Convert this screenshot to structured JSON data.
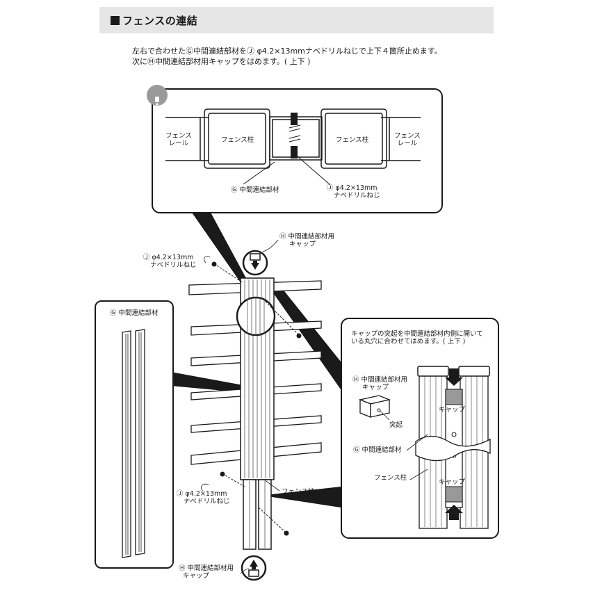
{
  "header": {
    "title": "フェンスの連結"
  },
  "instructions": {
    "line1": "左右で合わせたⒼ中間連結部材をⒿ φ4.2×13mmナベドリルねじで上下４箇所止めます。",
    "line2": "次にⒽ中間連結部材用キャップをはめます。( 上下 )"
  },
  "point_box": {
    "badge": "Point",
    "rail_left": [
      "フェンス",
      "レール"
    ],
    "post_left": "フェンス柱",
    "post_right": "フェンス柱",
    "rail_right": [
      "フェンス",
      "レール"
    ],
    "g_label": "Ⓖ 中間連結部材",
    "j_label": [
      "Ⓙ φ4.2×13mm",
      "ナベドリルねじ"
    ]
  },
  "main_labels": {
    "h_top": [
      "Ⓗ 中間連結部材用",
      "キャップ"
    ],
    "j_top": [
      "Ⓙ φ4.2×13mm",
      "ナベドリルねじ"
    ],
    "j_bottom": [
      "Ⓙ φ4.2×13mm",
      "ナベドリルねじ"
    ],
    "fence_post": "フェンス柱",
    "h_bottom": [
      "Ⓗ 中間連結部材用",
      "キャップ"
    ]
  },
  "g_box": {
    "label": "Ⓖ 中間連結部材"
  },
  "detail_box": {
    "desc": [
      "キャップの突起を中間連結部材内側に開いて",
      "いる丸穴に合わせてはめます。( 上下 )"
    ],
    "h_label": [
      "Ⓗ 中間連結部材用",
      "キャップ"
    ],
    "protrusion": "突起",
    "cap_top": "キャップ",
    "g_label": "Ⓖ 中間連結部材",
    "post_label": "フェンス柱",
    "cap_bottom": "キャップ"
  }
}
